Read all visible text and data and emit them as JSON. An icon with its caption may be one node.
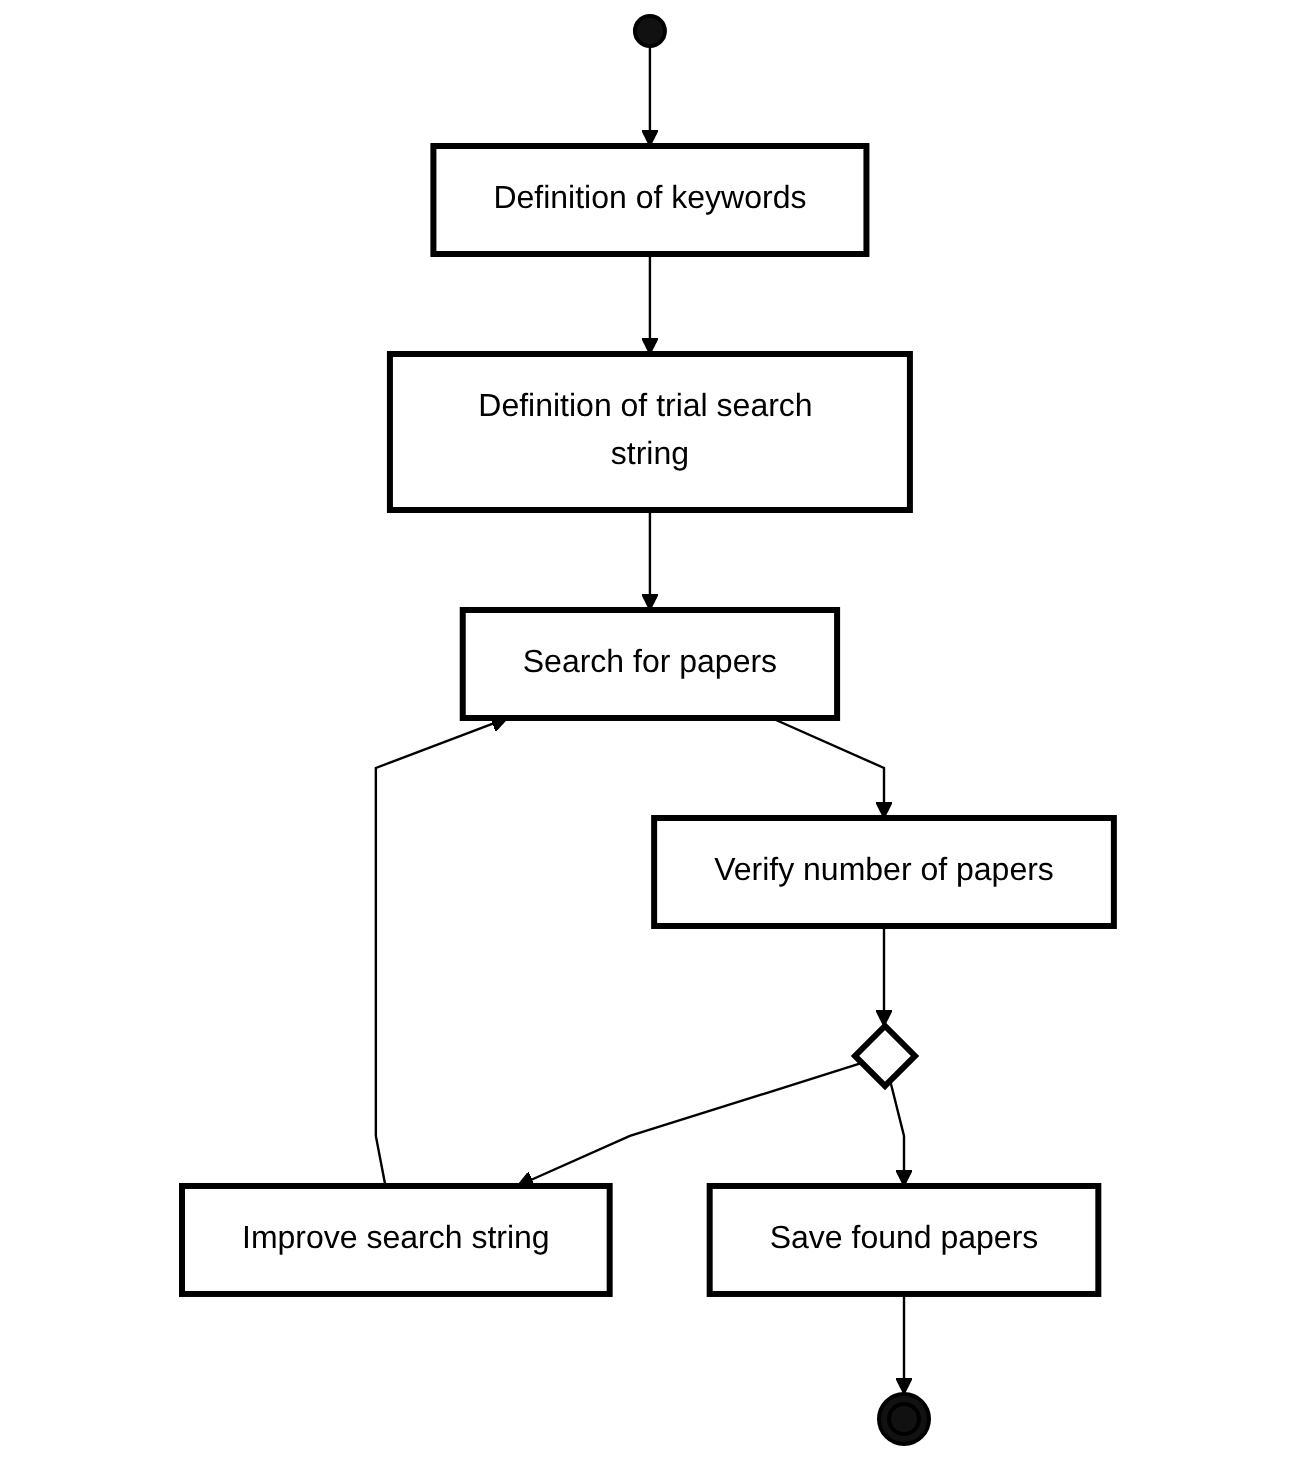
{
  "diagram": {
    "nodes": [
      {
        "text": [],
        "shape": "circle"
      },
      {
        "text": [
          "Definition of keywords"
        ]
      },
      {
        "text": [
          "Definition of trial search string"
        ]
      },
      {
        "text": [
          "Search for papers"
        ]
      },
      {
        "text": [
          "Verify number of papers"
        ]
      },
      {
        "text": [
          "Improve search string"
        ]
      },
      {
        "text": [],
        "shape": "diamond"
      },
      {
        "text": [
          "Save found papers"
        ]
      },
      {
        "text": [],
        "shape": "circle"
      }
    ],
    "edges": [
      {
        "from": 0,
        "to": 1,
        "arrow": "to"
      },
      {
        "from": 1,
        "to": 2,
        "arrow": "to"
      },
      {
        "from": 2,
        "to": 3,
        "arrow": "to"
      },
      {
        "from": 3,
        "to": 4,
        "arrow": "to"
      },
      {
        "from": 4,
        "to": 6,
        "arrow": "to"
      },
      {
        "from": 6,
        "to": 5,
        "arrow": "to"
      },
      {
        "from": 5,
        "to": 3,
        "arrow": "to"
      },
      {
        "from": 6,
        "to": 7,
        "arrow": "to"
      },
      {
        "from": 7,
        "to": 8,
        "arrow": "to"
      }
    ]
  }
}
